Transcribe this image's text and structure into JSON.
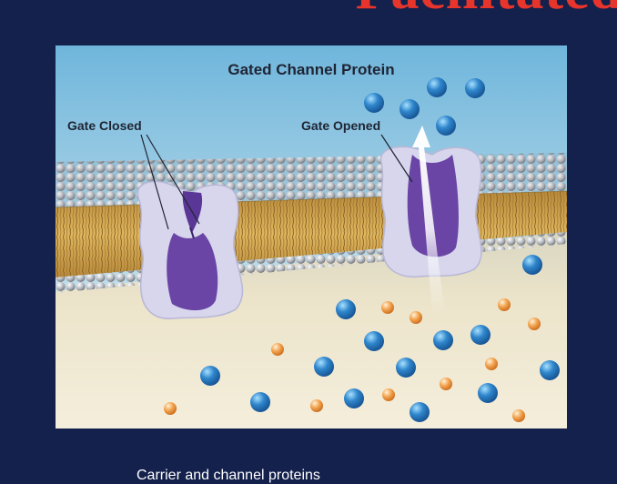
{
  "slide": {
    "title": "Facilitated",
    "caption": "Carrier and channel proteins"
  },
  "figure": {
    "title": "Gated Channel Protein",
    "labels": {
      "gate_closed": "Gate Closed",
      "gate_opened": "Gate Opened"
    },
    "colors": {
      "background": "#14214c",
      "title_red": "#e8352c",
      "sky_top": "#6fb6dc",
      "cytoplasm": "#ede5cc",
      "protein_outer": "#d7d6ec",
      "protein_core": "#6a45a5",
      "blue_molecule": "#2f86cc",
      "orange_molecule": "#f2a24e"
    }
  }
}
